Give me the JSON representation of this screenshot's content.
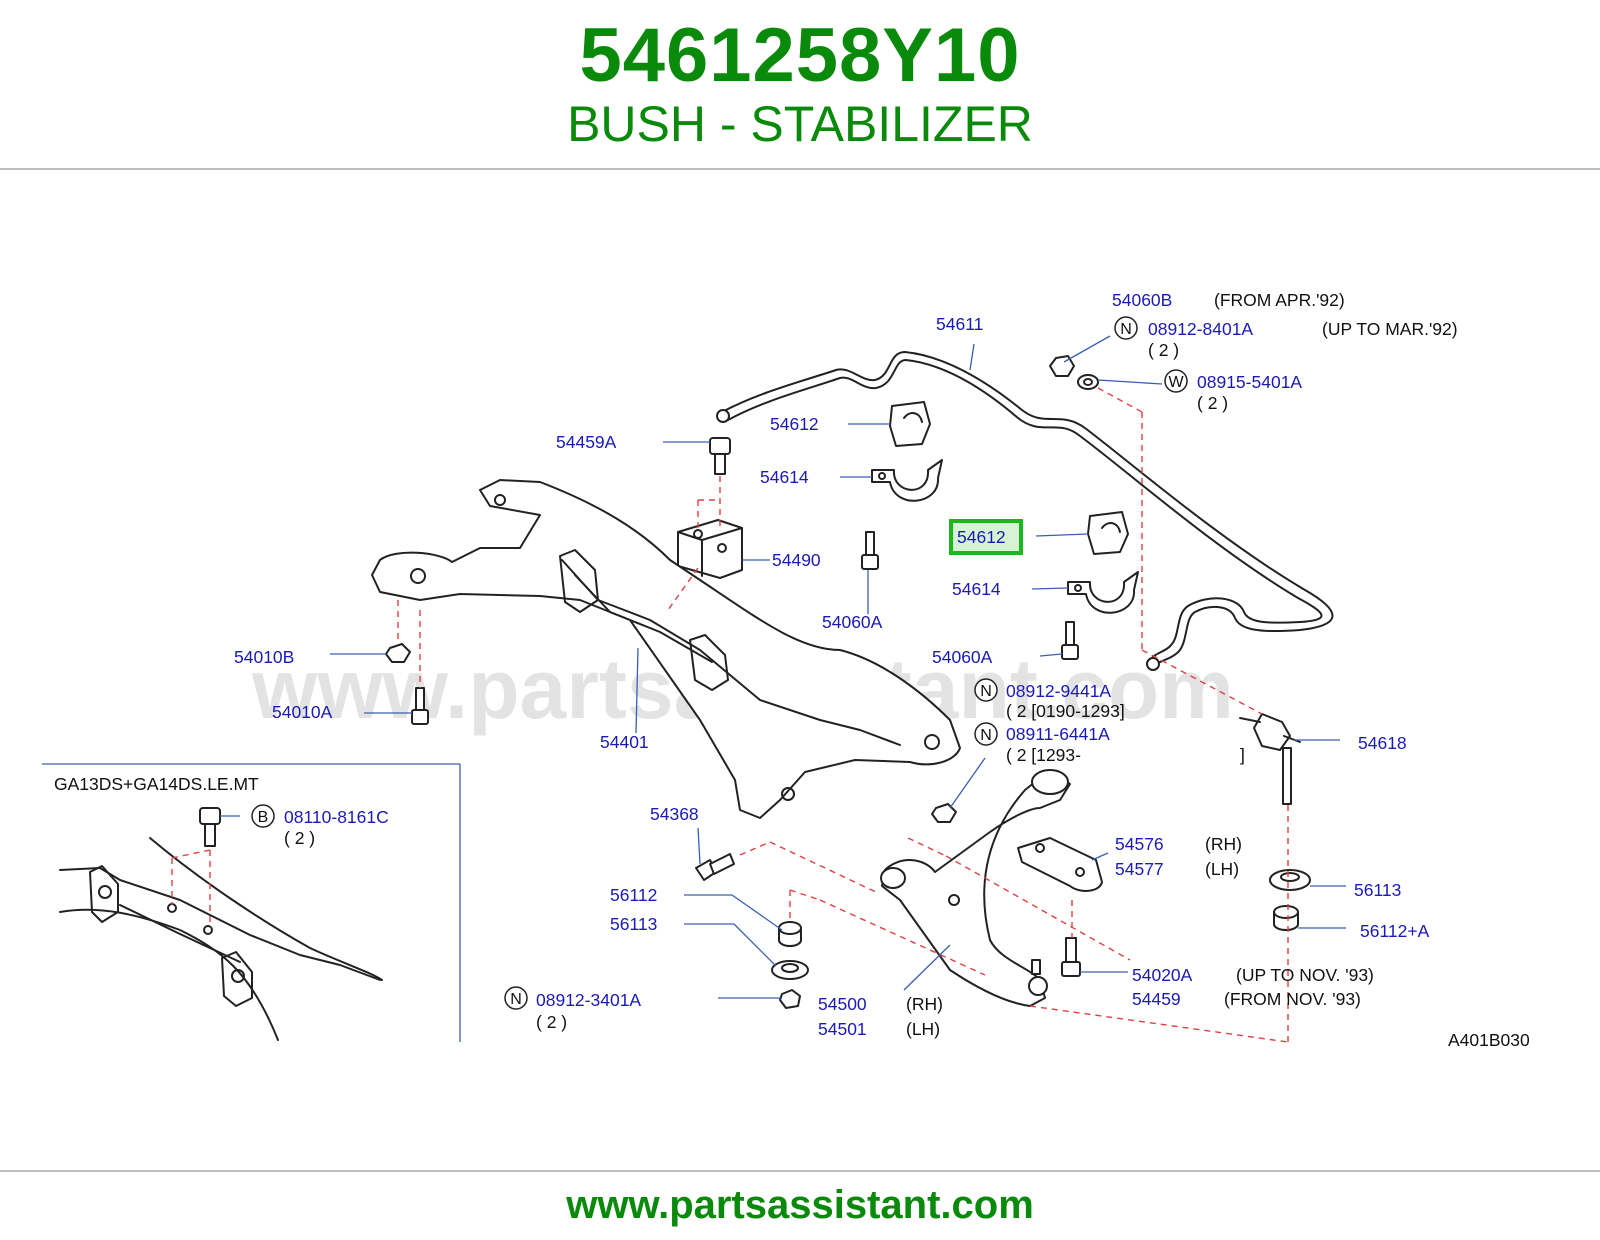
{
  "header": {
    "part_number": "5461258Y10",
    "part_name": "BUSH - STABILIZER"
  },
  "footer": {
    "url": "www.partsassistant.com"
  },
  "diagram": {
    "watermark": "www.partsassistant.com",
    "figure_code": "A401B030",
    "inset_title": "GA13DS+GA14DS.LE.MT",
    "labels": {
      "l54611": "54611",
      "l54060B": "54060B",
      "from_apr92": "(FROM   APR.'92)",
      "l08912_8401A": "08912-8401A",
      "up_to_mar92": "(UP   TO   MAR.'92)",
      "qty_2_a": "( 2   )",
      "l08915_5401A": "08915-5401A",
      "qty_2_b": "( 2   )",
      "l54612_top": "54612",
      "l54459A": "54459A",
      "l54614_top": "54614",
      "l54612_highlight": "54612",
      "l54490": "54490",
      "l54060A_a": "54060A",
      "l54614_mid": "54614",
      "l54060A_b": "54060A",
      "l54010B": "54010B",
      "l08912_9441A": "08912-9441A",
      "qty_9441A": "( 2   [0190-1293]",
      "l54010A": "54010A",
      "l08911_6441A": "08911-6441A",
      "qty_6441A": "( 2   [1293-",
      "bracket_close": "]",
      "l54401": "54401",
      "l54618": "54618",
      "l54368": "54368",
      "l54576": "54576",
      "rh_a": "(RH)",
      "l54577": "54577",
      "lh_a": "(LH)",
      "l08110_8161C": "08110-8161C",
      "qty_8161C": "( 2   )",
      "l56112": "56112",
      "l56113_left": "56113",
      "l56113_right": "56113",
      "l56112A": "56112+A",
      "l54020A": "54020A",
      "up_to_nov93": "(UP   TO   NOV.   '93)",
      "l54459": "54459",
      "from_nov93": "(FROM   NOV.   '93)",
      "l08912_3401A": "08912-3401A",
      "qty_3401A": "( 2   )",
      "l54500": "54500",
      "rh_b": "(RH)",
      "l54501": "54501",
      "lh_b": "(LH)"
    },
    "markers": {
      "n": "N",
      "w": "W",
      "b": "B"
    },
    "colors": {
      "brand_green": "#0a8a0a",
      "label_blue": "#1a1ab8",
      "highlight_box": "#1bb81b",
      "highlight_fill": "#d6f3d6"
    }
  }
}
